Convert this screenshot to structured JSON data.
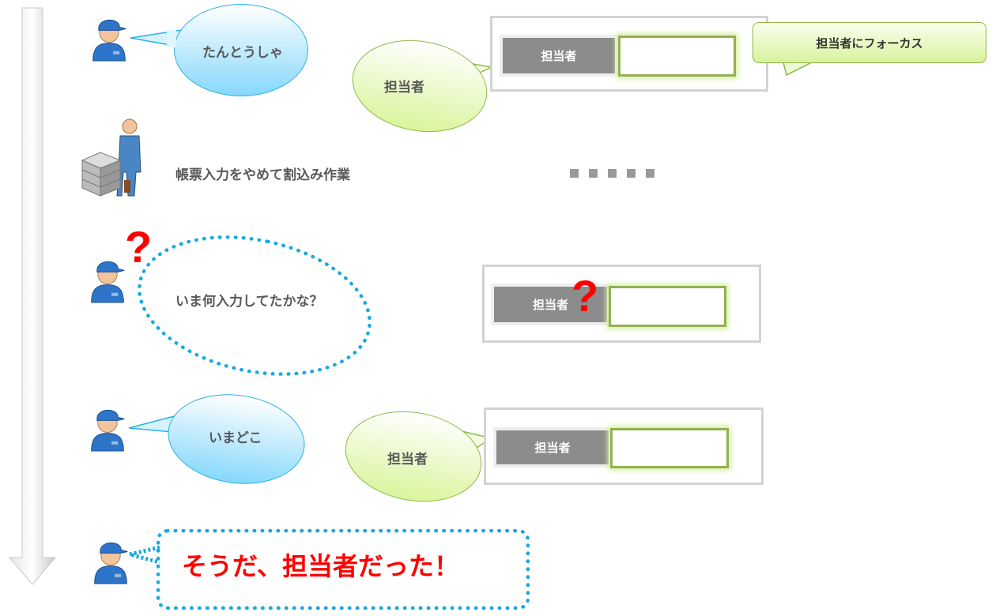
{
  "steps": {
    "step1_speech": "たんとうしゃ",
    "step1_reply": "担当者",
    "step1_form_label": "担当者",
    "focus_callout": "担当者にフォーカス",
    "step2_text": "帳票入力をやめて割込み作業",
    "step3_thought": "いま何入力してたかな？",
    "step3_form_label": "担当者",
    "question_mark": "?",
    "step4_speech": "いまどこ",
    "step4_reply": "担当者",
    "step4_form_label": "担当者",
    "step5_exclaim": "そうだ、担当者だった！"
  },
  "colors": {
    "accent_red": "#ff0000",
    "speech_blue": "#2bb0e8",
    "input_green": "#92b050"
  }
}
